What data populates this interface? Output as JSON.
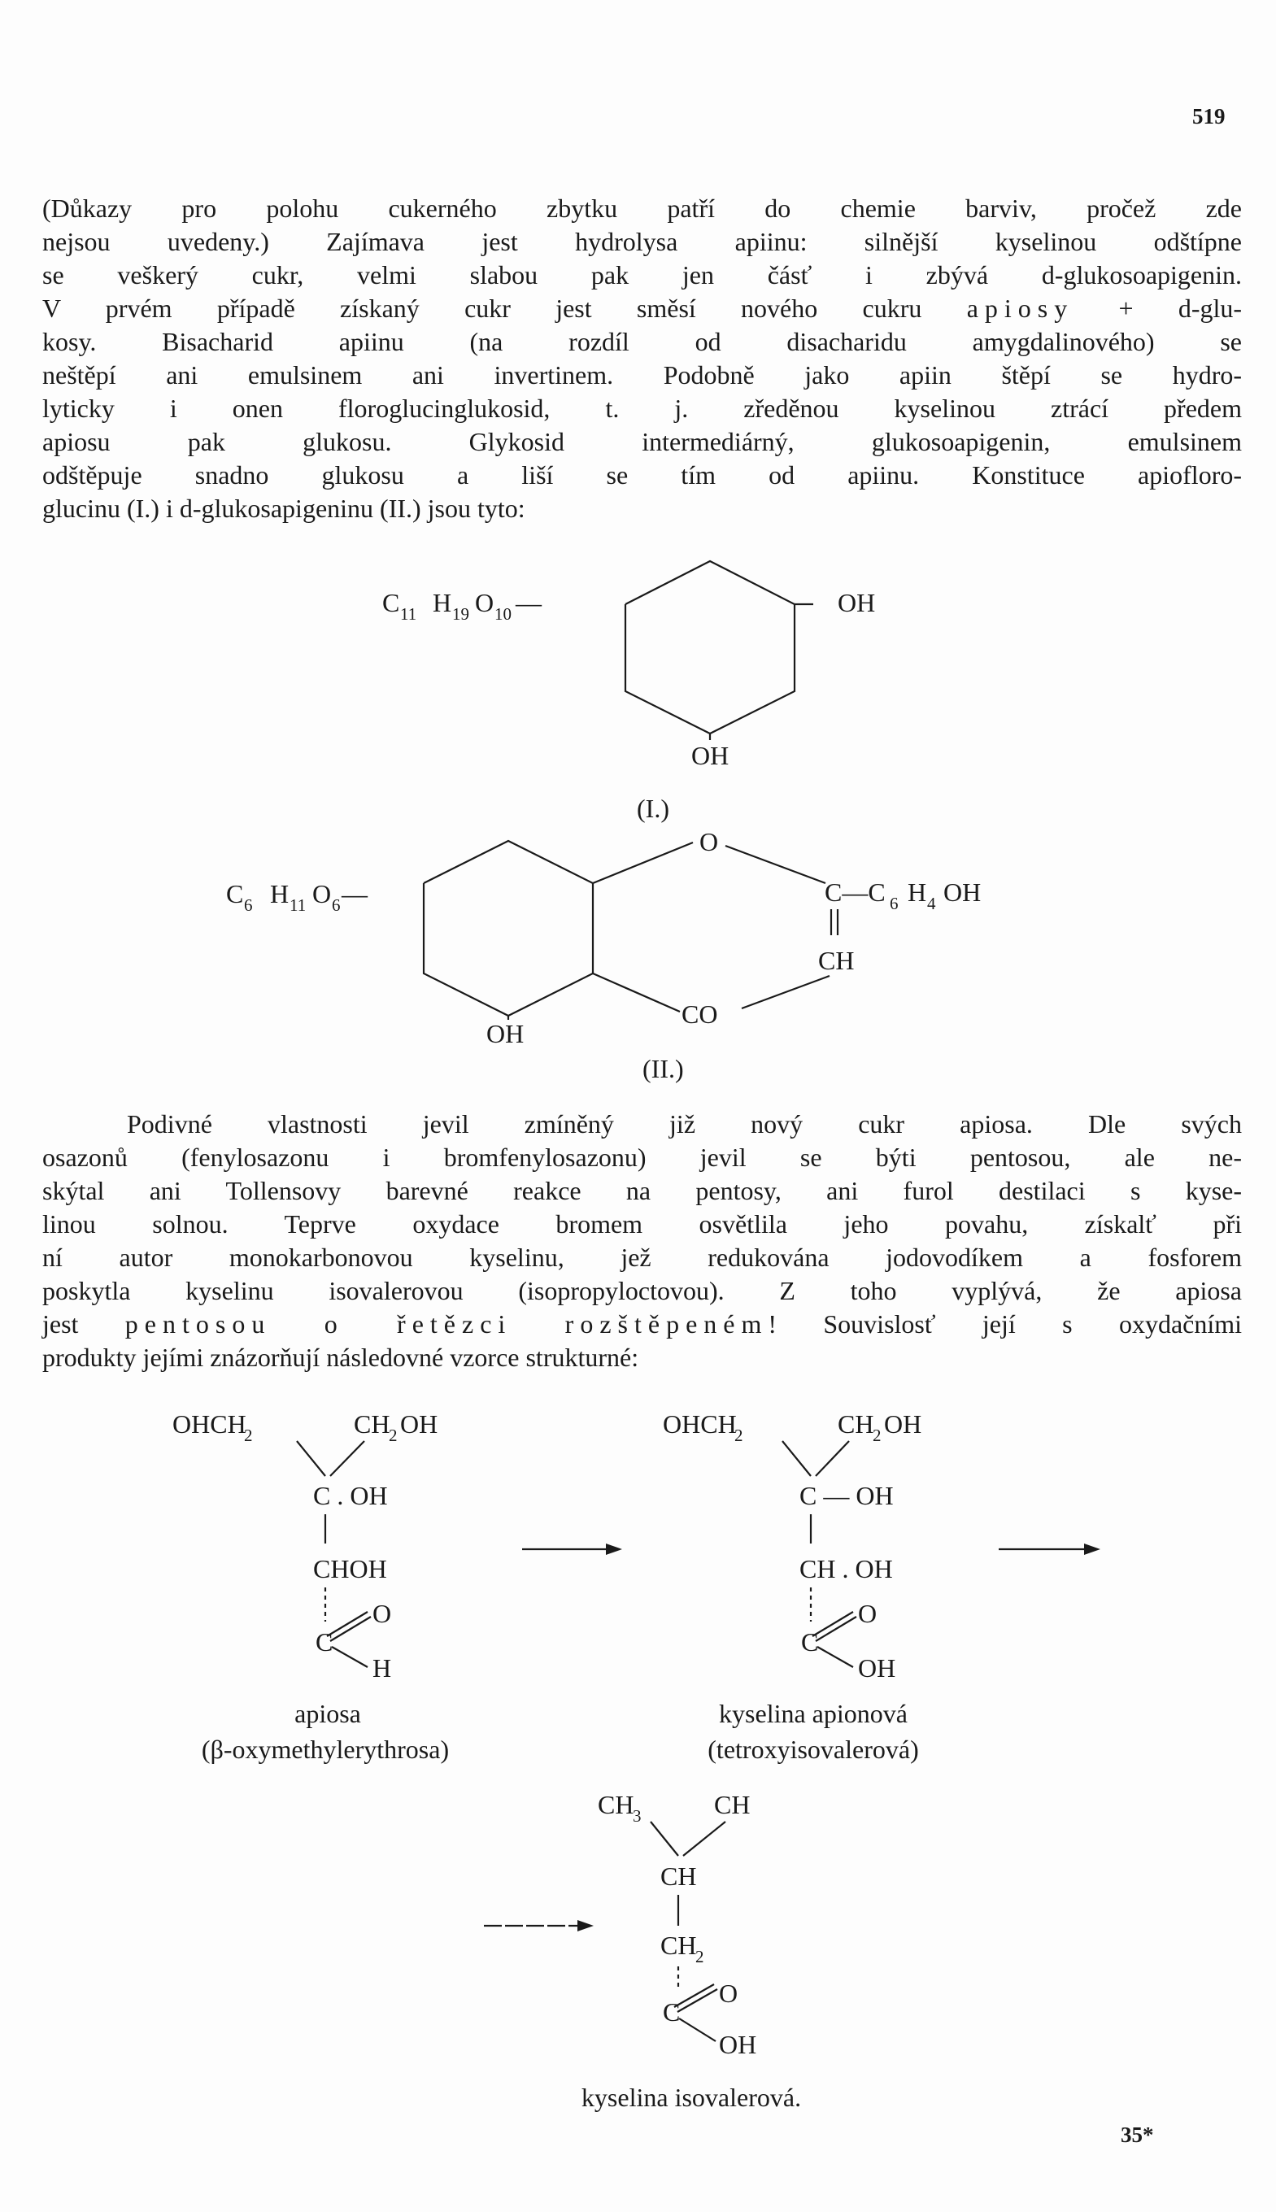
{
  "page_number": "519",
  "signature_mark": "35*",
  "paragraph1": {
    "lines": [
      "(Důkazy pro polohu cukerného zbytku patří do chemie barviv, pročež zde",
      "nejsou uvedeny.) Zajímava jest hydrolysa apiinu: silnější kyselinou odštípne",
      "se veškerý cukr, velmi slabou pak jen čásť i zbývá d-glukosoapigenin.",
      {
        "a": "V prvém případě získaný cukr jest směsí nového cukru",
        "b": "apiosy",
        "c": "+ d-glu-"
      },
      "kosy. Bisacharid apiinu (na rozdíl od disacharidu amygdalinového) se",
      "neštěpí ani emulsinem ani invertinem. Podobně jako apiin štěpí se hydro-",
      "lyticky i onen floroglucinglukosid, t. j. zředěnou kyselinou ztrácí předem",
      "apiosu pak glukosu. Glykosid intermediárný, glukosoapigenin, emulsinem",
      "odštěpuje snadno glukosu a liší se tím od apiinu. Konstituce apiofloro-",
      "glucinu (I.) i d-glukosapigeninu (II.) jsou tyto:"
    ]
  },
  "structure1": {
    "substituent": {
      "c": "C",
      "c_sub": "11",
      "h": "H",
      "h_sub": "19",
      "o": "O",
      "o_sub": "10",
      "bond": "—"
    },
    "right_group": "OH",
    "bottom_group": "OH",
    "label": "(I.)"
  },
  "structure2": {
    "substituent": {
      "c": "C",
      "c_sub": "6",
      "h": "H",
      "h_sub": "11",
      "o": "O",
      "o_sub": "6",
      "bond": "—"
    },
    "ring_o": "O",
    "c_group": {
      "c": "C—C",
      "c_sub": "6",
      "h": "H",
      "h_sub": "4",
      "oh": "OH"
    },
    "ch": "CH",
    "co": "CO",
    "bottom_group": "OH",
    "label": "(II.)"
  },
  "paragraph2": {
    "lines": [
      "Podivné vlastnosti jevil zmíněný již nový cukr apiosa. Dle svých",
      "osazonů (fenylosazonu i bromfenylosazonu) jevil se býti pentosou, ale ne-",
      "skýtal ani Tollensovy barevné reakce na pentosy, ani furol destilaci s kyse-",
      "linou solnou. Teprve oxydace bromem osvětlila jeho povahu, získalť při",
      "ní autor monokarbonovou kyselinu, jež redukována jodovodíkem a fosforem",
      "poskytla kyselinu isovalerovou (isopropyloctovou). Z toho vyplývá, že apiosa",
      {
        "a": "jest",
        "b": "pentosou o řetězci rozštěpeném",
        "c": "! Souvislosť její s oxydačními"
      },
      "produkty jejími znázorňují následovné vzorce strukturné:"
    ]
  },
  "apiosa": {
    "top_left": "OHCH",
    "top_left_sub": "2",
    "top_right": "CH",
    "top_right_sub": "2",
    "top_right_end": "OH",
    "row2": "C . OH",
    "row3": "CHOH",
    "c": "C",
    "o": "O",
    "h": "H",
    "name": "apiosa",
    "synonym": "(β-oxymethylerythrosa)"
  },
  "apionic_acid": {
    "top_left": "OHCH",
    "top_left_sub": "2",
    "top_right": "CH",
    "top_right_sub": "2",
    "top_right_end": "OH",
    "row2": "C — OH",
    "row3": "CH . OH",
    "c": "C",
    "o": "O",
    "oh": "OH",
    "name": "kyselina apionová",
    "synonym": "(tetroxyisovalerová)"
  },
  "isovaleric_acid": {
    "top_left": "CH",
    "top_left_sub": "3",
    "top_right": "CH",
    "row2": "CH",
    "row3": "CH",
    "row3_sub": "2",
    "c": "C",
    "o": "O",
    "oh": "OH",
    "name": "kyselina isovalerová."
  }
}
